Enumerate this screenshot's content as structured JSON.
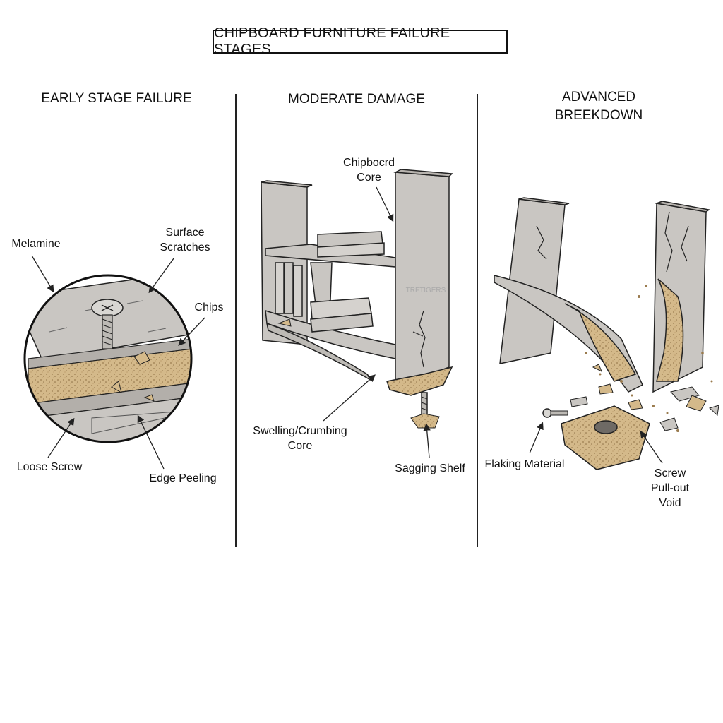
{
  "title": "CHIPBOARD FURNITURE FAILURE STAGES",
  "stages": [
    {
      "heading": "EARLY STAGE FAILURE",
      "labels": {
        "melamine": "Melamine",
        "surface_scratches": "Surface\nScratches",
        "chips": "Chips",
        "loose_screw": "Loose Screw",
        "edge_peeling": "Edge Peeling"
      }
    },
    {
      "heading": "MODERATE DAMAGE",
      "labels": {
        "chipboard_core": "Chipbocrd\nCore",
        "swelling_core": "Swelling/Crumbing\nCore",
        "sagging_shelf": "Sagging Shelf"
      },
      "watermark": "TRFTIGERS"
    },
    {
      "heading": "ADVANCED\nBREEKDOWN",
      "labels": {
        "flaking_material": "Flaking Material",
        "screw_void": "Screw\nPull-out\nVoid"
      }
    }
  ],
  "colors": {
    "board": "#c9c6c2",
    "board_dark": "#a9a5a0",
    "core": "#d4b98a",
    "line": "#222222"
  }
}
